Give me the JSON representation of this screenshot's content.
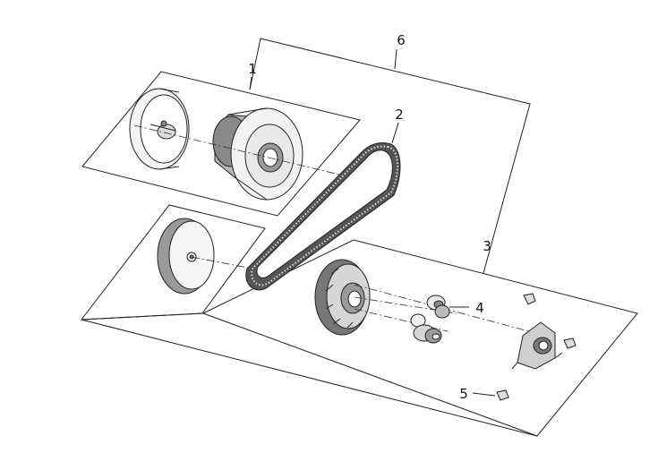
{
  "callouts": {
    "c1": "1",
    "c2": "2",
    "c3": "3",
    "c4": "4",
    "c5": "5",
    "c6": "6"
  },
  "colors": {
    "line": "#222222",
    "part_fill": "#f4f4f4",
    "shade": "#b8b8b8",
    "dark": "#555555"
  }
}
